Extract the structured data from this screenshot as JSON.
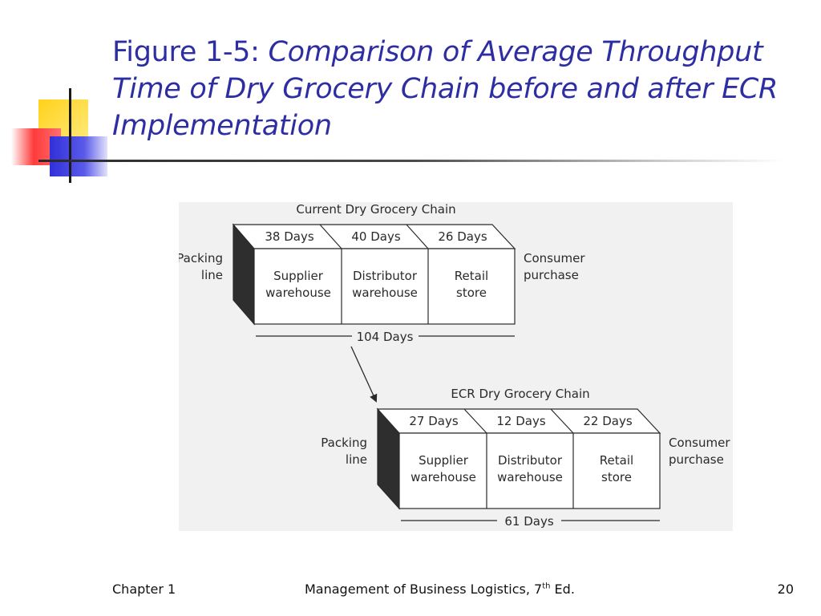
{
  "slide": {
    "title_prefix": "Figure 1-5: ",
    "title_italic": "Comparison of Average Throughput Time of Dry Grocery Chain before and after ECR Implementation"
  },
  "diagram": {
    "current": {
      "heading": "Current Dry Grocery Chain",
      "left_label": [
        "Packing",
        "line"
      ],
      "right_label": [
        "Consumer",
        "purchase"
      ],
      "segments": [
        {
          "days": "38 Days",
          "name": [
            "Supplier",
            "warehouse"
          ]
        },
        {
          "days": "40 Days",
          "name": [
            "Distributor",
            "warehouse"
          ]
        },
        {
          "days": "26 Days",
          "name": [
            "Retail",
            "store"
          ]
        }
      ],
      "total": "104 Days"
    },
    "ecr": {
      "heading": "ECR Dry Grocery Chain",
      "left_label": [
        "Packing",
        "line"
      ],
      "right_label": [
        "Consumer",
        "purchase"
      ],
      "segments": [
        {
          "days": "27 Days",
          "name": [
            "Supplier",
            "warehouse"
          ]
        },
        {
          "days": "12 Days",
          "name": [
            "Distributor",
            "warehouse"
          ]
        },
        {
          "days": "22 Days",
          "name": [
            "Retail",
            "store"
          ]
        }
      ],
      "total": "61 Days"
    }
  },
  "footer": {
    "left": "Chapter 1",
    "center_pre": "Management of Business Logistics, 7",
    "center_sup": "th",
    "center_post": " Ed.",
    "right": "20"
  },
  "colors": {
    "title": "#2e2ea3",
    "deco_yellow": "#ffd21a",
    "deco_red": "#ff3b3b",
    "deco_blue": "#3a3ae0",
    "figure_bg": "#f1f1f1"
  }
}
